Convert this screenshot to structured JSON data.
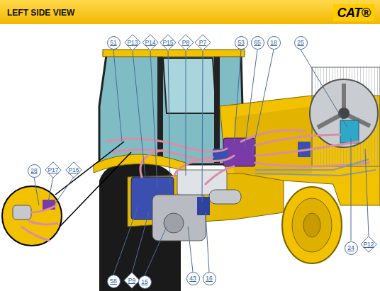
{
  "diagram": {
    "title": "LEFT SIDE VIEW",
    "labels": [
      "CAT®",
      "51",
      "P13",
      "P14",
      "P15",
      "P8",
      "P7",
      "53",
      "65",
      "18",
      "25",
      "28",
      "P17",
      "P16",
      "24",
      "P12",
      "58",
      "P9",
      "15",
      "43",
      "16"
    ]
  }
}
